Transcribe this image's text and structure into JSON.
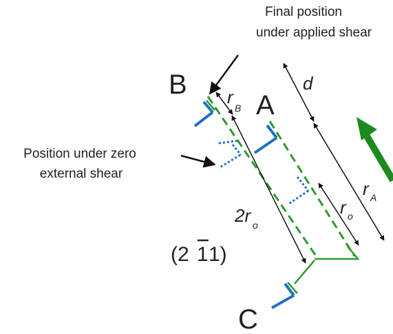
{
  "labels": {
    "final_position_line1": "Final position",
    "final_position_line2": "under applied shear",
    "zero_shear_line1": "Position under zero",
    "zero_shear_line2": "external shear",
    "point_a": "A",
    "point_b": "B",
    "point_c": "C",
    "d": "d",
    "r": "r",
    "r_two": "2r",
    "sub_b": "B",
    "sub_a": "A",
    "sub_o": "o",
    "miller": "(2",
    "miller_digit": "1",
    "miller_end": "1)"
  },
  "colors": {
    "blue": "#1f6fc4",
    "green": "#2a9a2a",
    "dark_green": "#1c7a1c",
    "black": "#111111"
  },
  "icons": [
    "arrow-icon",
    "dislocation-icon"
  ]
}
